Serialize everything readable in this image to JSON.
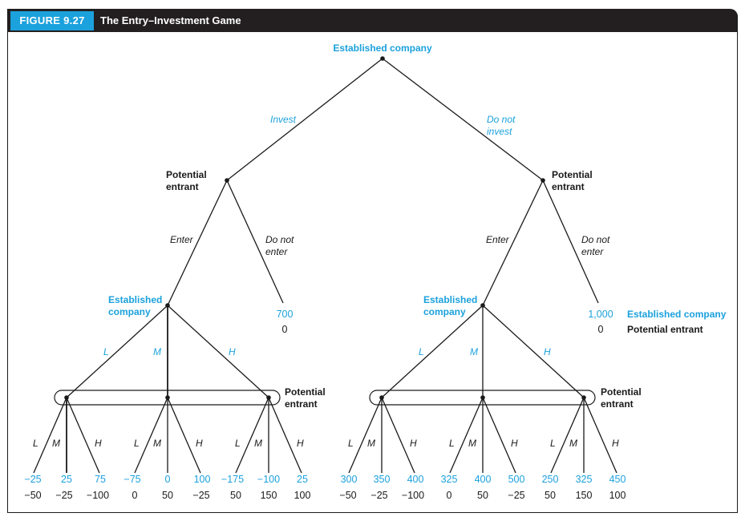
{
  "figure": {
    "label": "FIGURE 9.27",
    "title": "The Entry–Investment Game"
  },
  "colors": {
    "accent": "#1ba1dc",
    "ink": "#231f20"
  },
  "tree": {
    "root": {
      "player": "Established company",
      "actions": [
        "Invest",
        "Do not invest"
      ]
    },
    "second_mover": {
      "player_line1": "Potential",
      "player_line2": "entrant",
      "actions": [
        "Enter",
        "Do not enter"
      ]
    },
    "third_mover": {
      "player_line1": "Established",
      "player_line2": "company",
      "actions": [
        "L",
        "M",
        "H"
      ]
    },
    "last_mover": {
      "player_line1": "Potential",
      "player_line2": "entrant",
      "actions": [
        "L",
        "M",
        "H"
      ]
    },
    "labels": {
      "invest": "Invest",
      "do_not_line1": "Do not",
      "invest_word": "invest",
      "enter": "Enter",
      "enter_word": "enter",
      "L": "L",
      "M": "M",
      "H": "H"
    },
    "exit_payoffs": {
      "invest": {
        "established": "700",
        "entrant": "0"
      },
      "do_not_invest": {
        "established": "1,000",
        "entrant": "0"
      }
    },
    "payoff_legend": {
      "established": "Established company",
      "entrant": "Potential entrant"
    },
    "terminal_payoffs": {
      "invest": {
        "established": [
          "−25",
          "25",
          "75",
          "−75",
          "0",
          "100",
          "−175",
          "−100",
          "25"
        ],
        "entrant": [
          "−50",
          "−25",
          "−100",
          "0",
          "50",
          "−25",
          "50",
          "150",
          "100"
        ]
      },
      "do_not_invest": {
        "established": [
          "300",
          "350",
          "400",
          "325",
          "400",
          "500",
          "250",
          "325",
          "450"
        ],
        "entrant": [
          "−50",
          "−25",
          "−100",
          "0",
          "50",
          "−25",
          "50",
          "150",
          "100"
        ]
      }
    }
  }
}
